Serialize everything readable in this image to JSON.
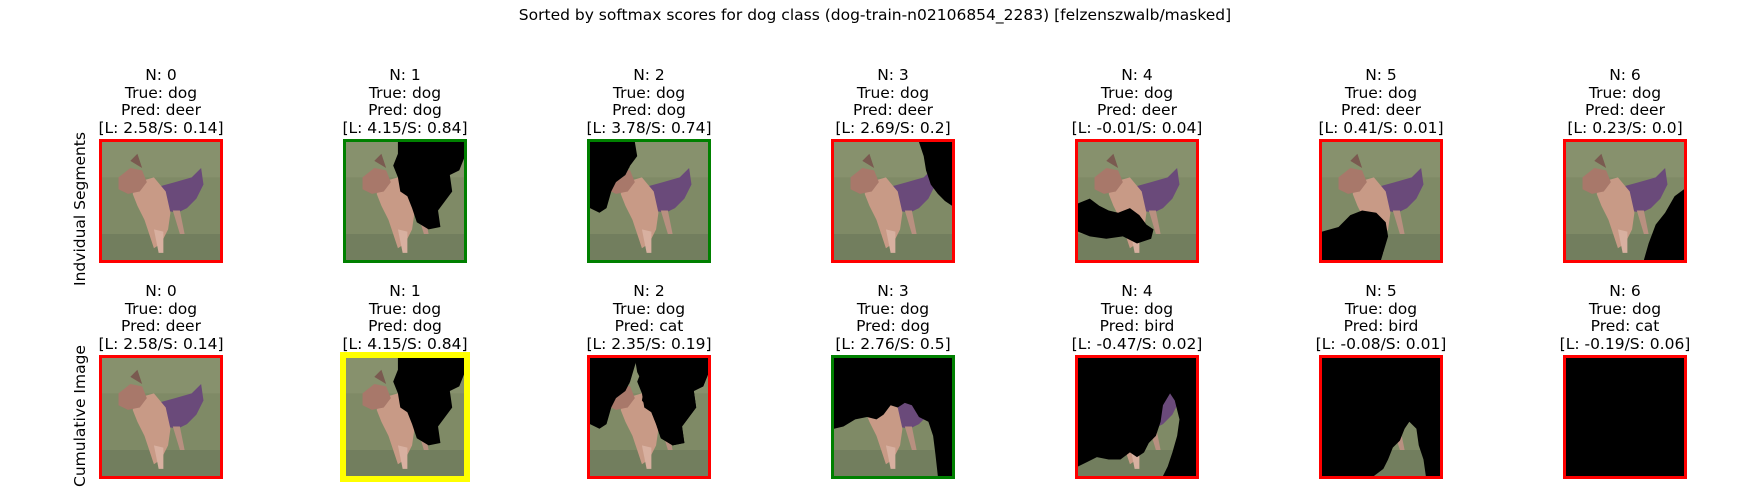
{
  "figure_title": "Sorted by softmax scores for dog class (dog-train-n02106854_2283) [felzenszwalb/masked]",
  "colors": {
    "correct_border": "#008000",
    "wrong_border": "#ff0000",
    "highlight_border": "#ffff00",
    "masked_fill": "#000000",
    "background_grass": "#7f8a66"
  },
  "chart_data": {
    "type": "image-grid",
    "title": "Sorted by softmax scores for dog class (dog-train-n02106854_2283) [felzenszwalb/masked]",
    "rows": [
      {
        "label": "Indvidual Segments",
        "panels": [
          {
            "n": "N: 0",
            "true": "True: dog",
            "pred": "Pred: deer",
            "scores": "[L: 2.58/S: 0.14]",
            "border": "red",
            "mask": "none"
          },
          {
            "n": "N: 1",
            "true": "True: dog",
            "pred": "Pred: dog",
            "scores": "[L: 4.15/S: 0.84]",
            "border": "green",
            "mask": "ind1"
          },
          {
            "n": "N: 2",
            "true": "True: dog",
            "pred": "Pred: dog",
            "scores": "[L: 3.78/S: 0.74]",
            "border": "green",
            "mask": "ind2"
          },
          {
            "n": "N: 3",
            "true": "True: dog",
            "pred": "Pred: deer",
            "scores": "[L: 2.69/S: 0.2]",
            "border": "red",
            "mask": "ind3"
          },
          {
            "n": "N: 4",
            "true": "True: dog",
            "pred": "Pred: deer",
            "scores": "[L: -0.01/S: 0.04]",
            "border": "red",
            "mask": "ind4"
          },
          {
            "n": "N: 5",
            "true": "True: dog",
            "pred": "Pred: deer",
            "scores": "[L: 0.41/S: 0.01]",
            "border": "red",
            "mask": "ind5"
          },
          {
            "n": "N: 6",
            "true": "True: dog",
            "pred": "Pred: deer",
            "scores": "[L: 0.23/S: 0.0]",
            "border": "red",
            "mask": "ind6"
          }
        ]
      },
      {
        "label": "Cumulative Image",
        "panels": [
          {
            "n": "N: 0",
            "true": "True: dog",
            "pred": "Pred: deer",
            "scores": "[L: 2.58/S: 0.14]",
            "border": "red",
            "mask": "none"
          },
          {
            "n": "N: 1",
            "true": "True: dog",
            "pred": "Pred: dog",
            "scores": "[L: 4.15/S: 0.84]",
            "border": "yellow",
            "mask": "cum1"
          },
          {
            "n": "N: 2",
            "true": "True: dog",
            "pred": "Pred: cat",
            "scores": "[L: 2.35/S: 0.19]",
            "border": "red",
            "mask": "cum2"
          },
          {
            "n": "N: 3",
            "true": "True: dog",
            "pred": "Pred: dog",
            "scores": "[L: 2.76/S: 0.5]",
            "border": "green",
            "mask": "cum3"
          },
          {
            "n": "N: 4",
            "true": "True: dog",
            "pred": "Pred: bird",
            "scores": "[L: -0.47/S: 0.02]",
            "border": "red",
            "mask": "cum4"
          },
          {
            "n": "N: 5",
            "true": "True: dog",
            "pred": "Pred: bird",
            "scores": "[L: -0.08/S: 0.01]",
            "border": "red",
            "mask": "cum5"
          },
          {
            "n": "N: 6",
            "true": "True: dog",
            "pred": "Pred: cat",
            "scores": "[L: -0.19/S: 0.06]",
            "border": "red",
            "mask": "cum6"
          }
        ]
      }
    ]
  }
}
